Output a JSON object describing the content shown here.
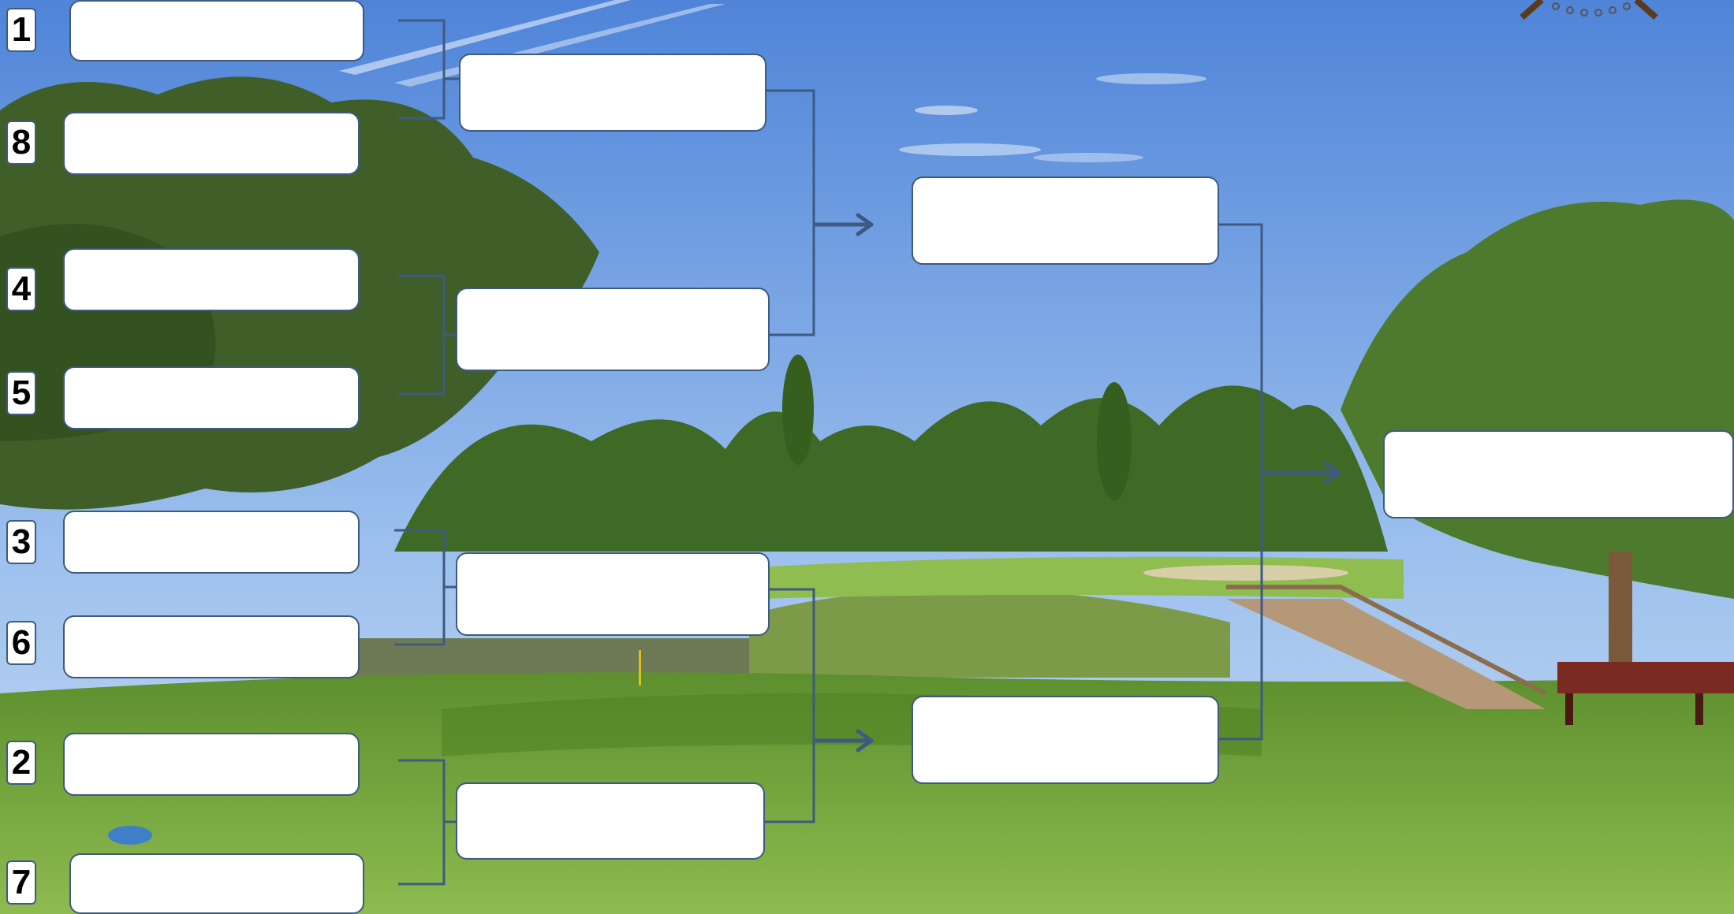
{
  "colors": {
    "sky_top": "#5f8fdc",
    "sky_bottom": "#b8d4f2",
    "grass": "#6ba33a",
    "bracket_line": "#3e5a80",
    "box_border": "#3e5a80"
  },
  "bracket": {
    "seeds": [
      "1",
      "8",
      "4",
      "5",
      "3",
      "6",
      "2",
      "7"
    ],
    "round1": [
      "",
      "",
      "",
      "",
      "",
      "",
      "",
      ""
    ],
    "round2": [
      "",
      "",
      "",
      ""
    ],
    "round3": [
      "",
      ""
    ],
    "final": ""
  },
  "background": "golf-course-photo",
  "logo_icon": "decorative-bead-arc-icon"
}
